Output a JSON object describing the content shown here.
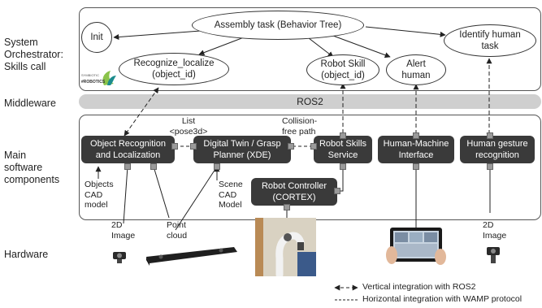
{
  "rows": {
    "orchestrator": "System\nOrchestrator:\nSkills call",
    "middleware": "Middleware",
    "components": "Main\nsoftware\ncomponents",
    "hardware": "Hardware"
  },
  "orchestrator": {
    "assembly": "Assembly task (Behavior Tree)",
    "init": "Init",
    "recognize": "Recognize_localize\n(object_id)",
    "robot_skill": "Robot Skill\n(object_id)",
    "alert": "Alert\nhuman",
    "identify": "Identify human\ntask",
    "logo_text_top": "SYMBIOTIC",
    "logo_text_bottom": "#ROBOTICS"
  },
  "middleware": {
    "bus": "ROS2"
  },
  "components": {
    "object_recognition": "Object Recognition\nand Localization",
    "digital_twin": "Digital Twin / Grasp\nPlanner (XDE)",
    "robot_skills": "Robot Skills\nService",
    "hmi": "Human-Machine\nInterface",
    "gesture": "Human gesture\nrecognition",
    "robot_controller": "Robot Controller\n(CORTEX)"
  },
  "notes": {
    "list_pose": "List\n<pose3d>",
    "collision_free": "Collision-\nfree path",
    "objects_cad": "Objects\nCAD\nmodel",
    "scene_cad": "Scene\nCAD\nModel",
    "image_2d_left": "2D\nImage",
    "point_cloud": "Point\ncloud",
    "image_2d_right": "2D\nImage"
  },
  "legend": {
    "vertical": "Vertical integration with ROS2",
    "horizontal": "Horizontal integration with WAMP protocol"
  },
  "colors": {
    "component_fill": "#3a3a3a",
    "ros_bar": "#cfcfcf",
    "port": "#9a9a9a",
    "logo_green": "#8bc34a",
    "logo_teal": "#1c8c8c"
  }
}
